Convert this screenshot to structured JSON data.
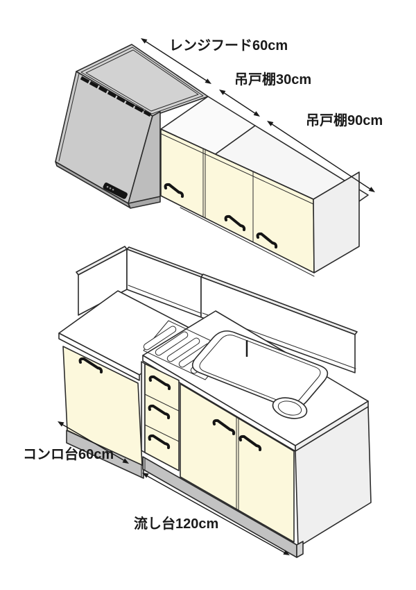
{
  "diagram": {
    "type": "kitchen-unit-dimension-diagram",
    "units": [
      {
        "id": "range-hood",
        "label": "レンジフード60cm",
        "size_cm": 60
      },
      {
        "id": "wall-cabinet-30",
        "label": "吊戸棚30cm",
        "size_cm": 30
      },
      {
        "id": "wall-cabinet-90",
        "label": "吊戸棚90cm",
        "size_cm": 90
      },
      {
        "id": "stove-stand",
        "label": "コンロ台60cm",
        "size_cm": 60
      },
      {
        "id": "sink-unit",
        "label": "流し台120cm",
        "size_cm": 120
      }
    ],
    "colors": {
      "door_cream": "#FCF8DC",
      "hood_gray": "#CBCBCB",
      "kickboard_gray": "#C2C2C2",
      "outline": "#2B2B2B",
      "background": "#FFFFFF"
    }
  }
}
